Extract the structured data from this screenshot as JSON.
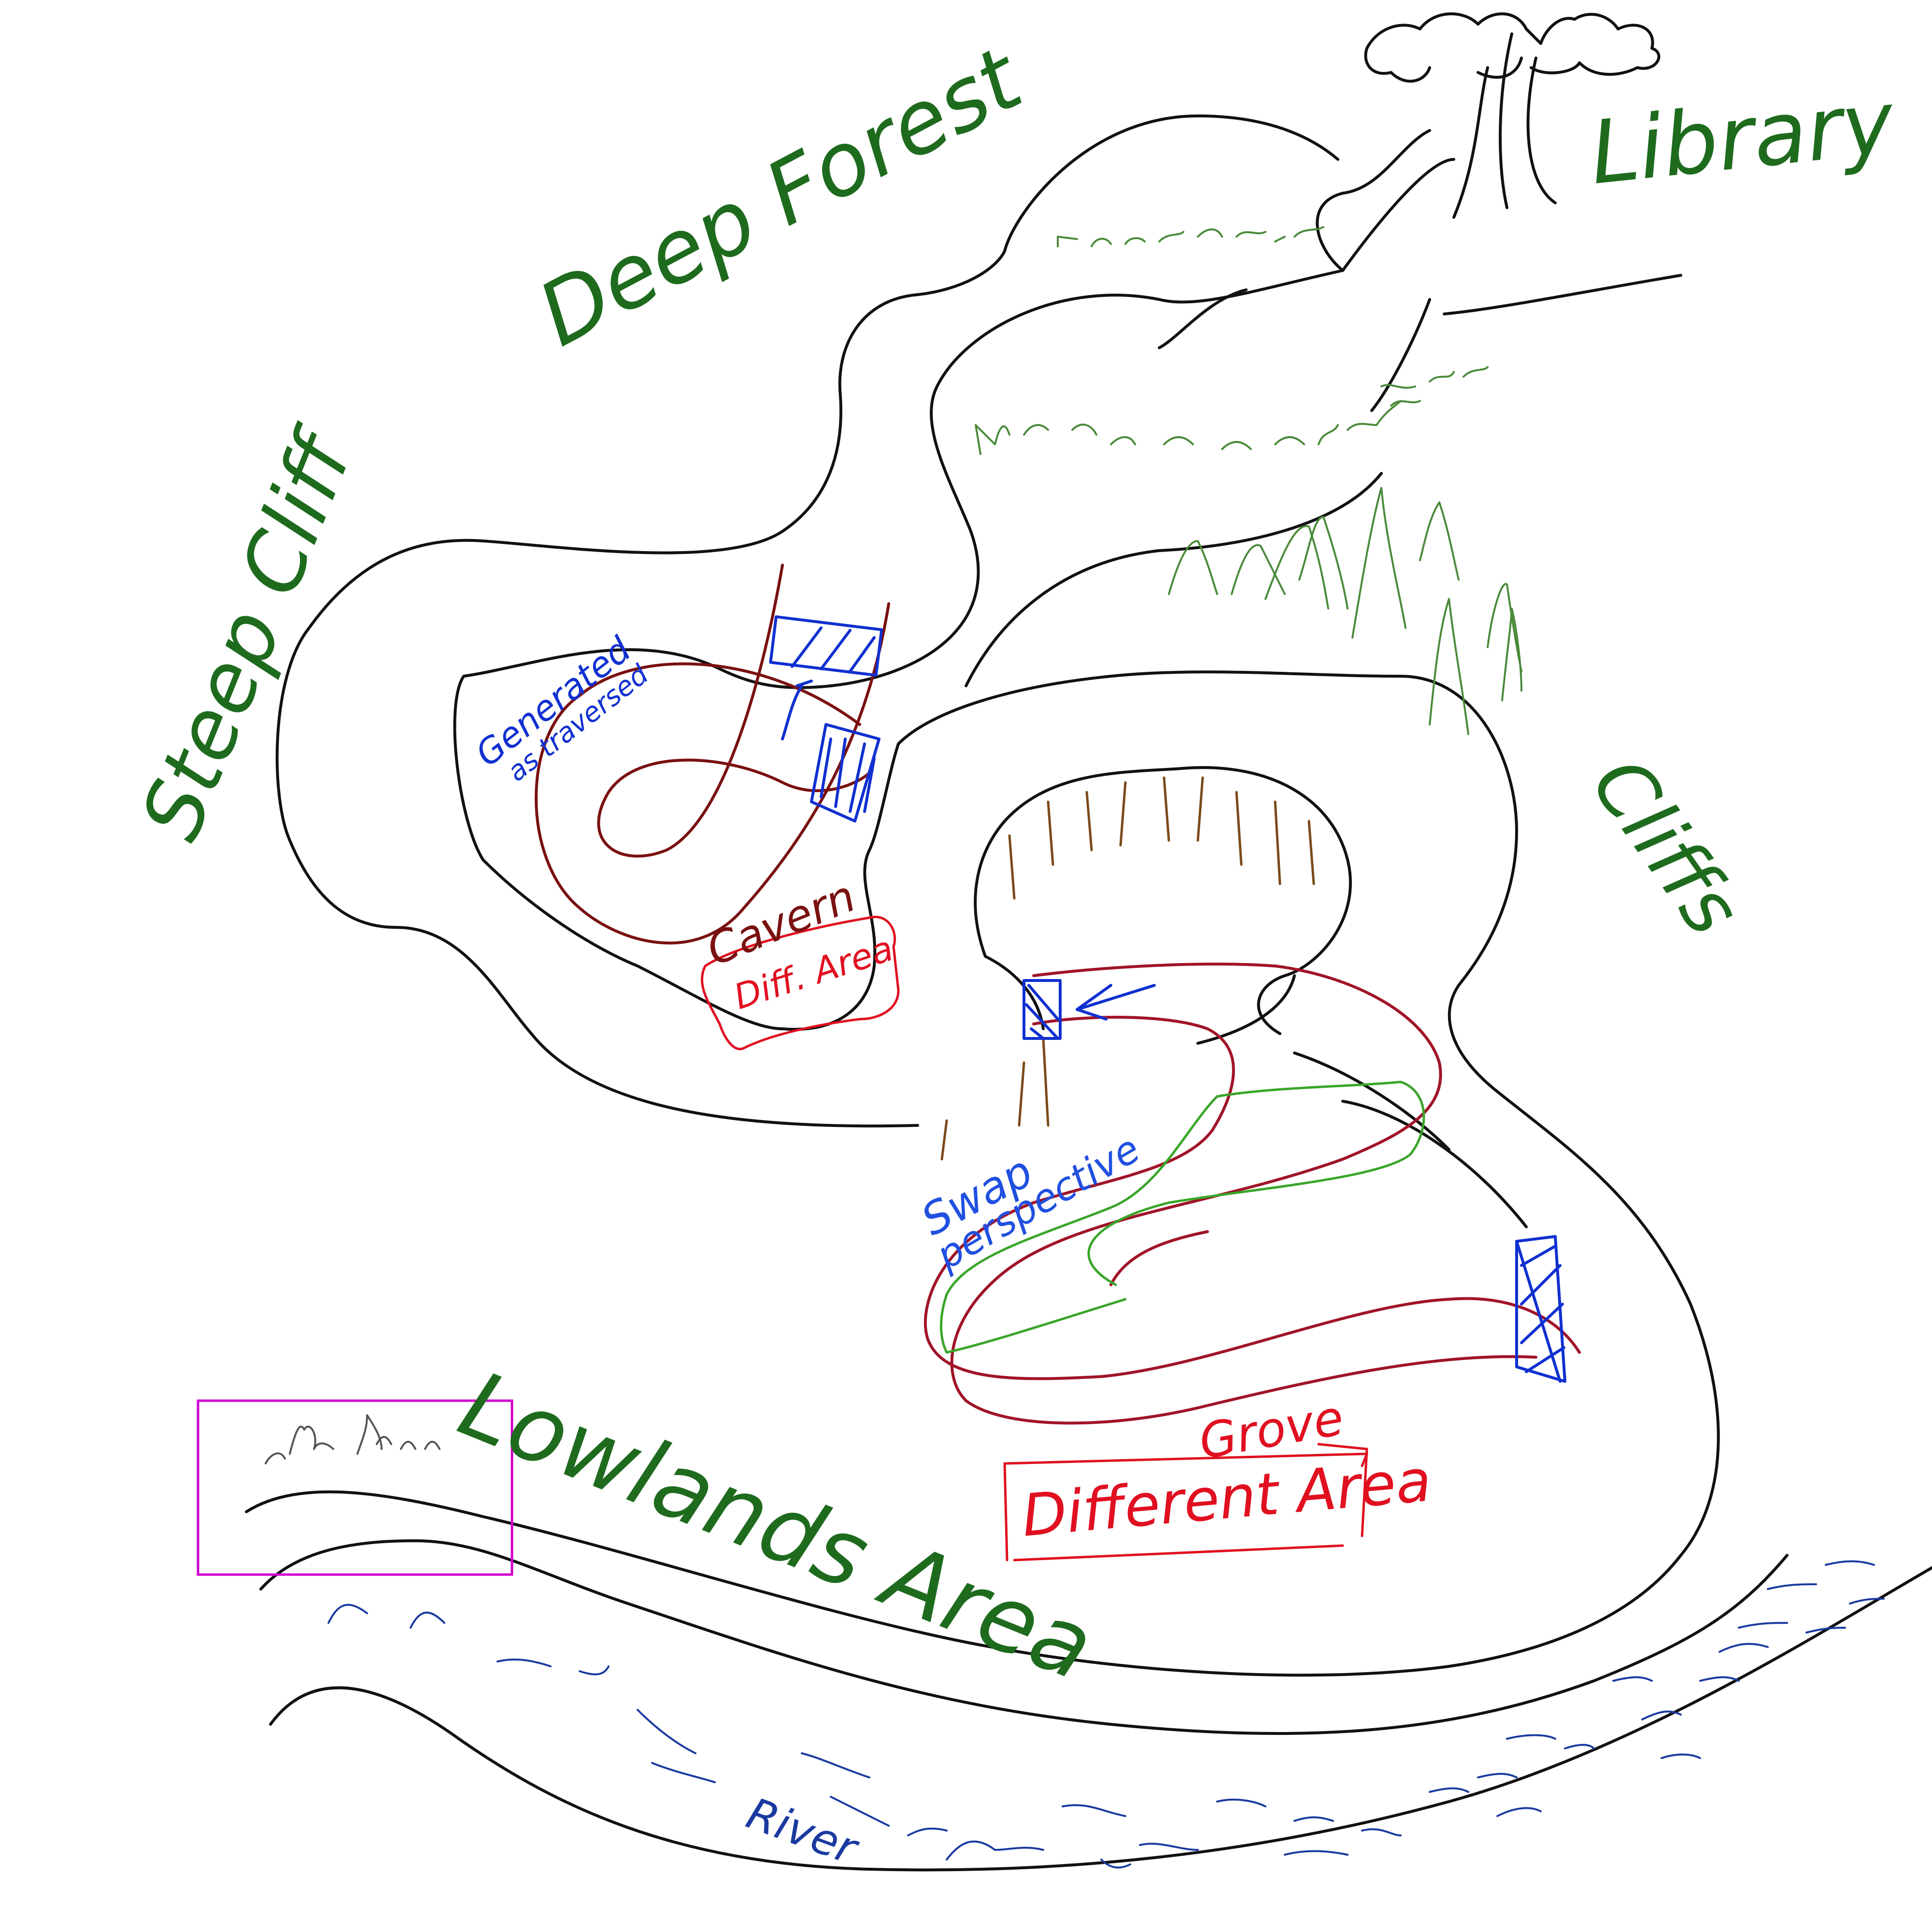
{
  "colors": {
    "label_green": "#1e6b1e",
    "grass_green": "#4a8a3a",
    "path_black": "#111111",
    "cavern_red": "#7a1010",
    "grove_red": "#a01428",
    "area_red": "#e01020",
    "portal_blue": "#1030d0",
    "note_blue": "#2050e0",
    "green_route": "#3aa52a",
    "cliff_brown": "#7a4a1a",
    "river_blue": "#1a3aa0",
    "selection_magenta": "#d000d0"
  },
  "labels": {
    "deep_forest": "Deep Forest",
    "library": "Library",
    "steep_cliff": "Steep Cliff",
    "cliffs": "Cliffs",
    "generated_line1": "Generated",
    "generated_line2": "as traversed",
    "cavern": "Cavern",
    "cavern_area": "Diff. Area",
    "swap_line1": "Swap",
    "swap_line2": "perspective",
    "lowlands": "Lowlands Area",
    "grove": "Grove",
    "grove_area": "Different Area",
    "river": "River"
  },
  "icons": {
    "tree": "tree-icon",
    "grass": "grass-tuft-icon",
    "pine": "pine-tree-icon",
    "arrow": "arrow-icon",
    "portal": "hatched-portal-icon"
  }
}
